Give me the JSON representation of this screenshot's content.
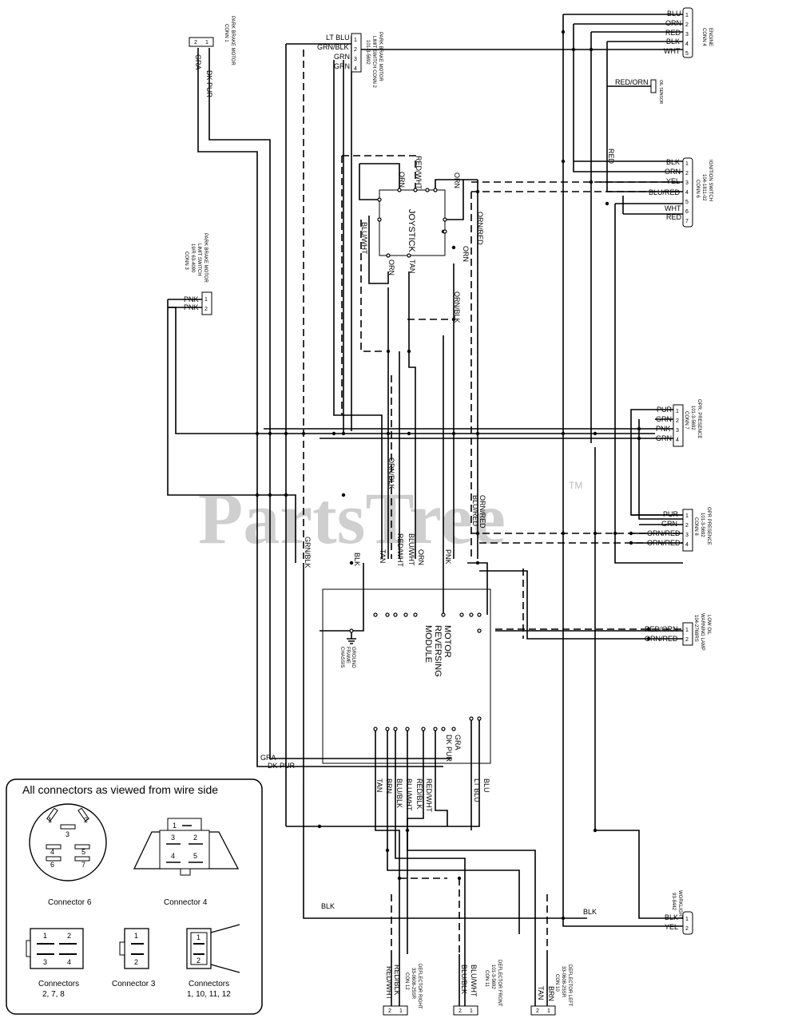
{
  "watermark": {
    "text": "PartsTree",
    "tm": "TM"
  },
  "connectors": {
    "pbm1": {
      "title": "PARK BRAKE MOTOR",
      "sub": "CONN 1",
      "pins": [
        "2",
        "1"
      ],
      "wires": [
        "DK PUR",
        "GRA"
      ]
    },
    "pbm2": {
      "title": "PARK BRAKE MOTOR",
      "sub1": "LIMIT SWITCH CONN 2",
      "sub2": "101-3-5692",
      "pins": [
        "1",
        "2",
        "3",
        "4"
      ],
      "wires": [
        "LT BLU",
        "GRN/BLK",
        "GRN",
        "GRN"
      ]
    },
    "pbm3": {
      "title": "PARK BRAKE MOTOR",
      "sub1": "LIMIT SWITCH",
      "sub2": "19/R 63-4090",
      "sub3": "CONN 3",
      "pins": [
        "1",
        "2"
      ],
      "wires": [
        "PNK",
        "PNK"
      ]
    },
    "engine": {
      "title": "ENGINE",
      "sub": "CONN 4",
      "pins": [
        "1",
        "2",
        "3",
        "4",
        "5"
      ],
      "wires": [
        "BLU",
        "ORN",
        "RED",
        "BLK",
        "WHT"
      ]
    },
    "oil": {
      "sub": "OIL SENSOR",
      "wire": "RED/ORN"
    },
    "ignition": {
      "title": "IGNITION SWITCH",
      "sub1": "104-1811-02",
      "sub2": "CONN 6",
      "pins": [
        "1",
        "2",
        "3",
        "4",
        "5",
        "6",
        "7"
      ],
      "wires": [
        "BLK",
        "ORN",
        "YEL",
        "BLU/RED",
        "WHT",
        "RED"
      ],
      "side_wire": "RED"
    },
    "opr1": {
      "title": "OPR. PRESENCE",
      "sub1": "101-3-5692",
      "sub2": "CONN 7",
      "pins": [
        "1",
        "2",
        "3",
        "4"
      ],
      "wires": [
        "PUR",
        "GRN",
        "PNK",
        "GRN"
      ]
    },
    "opr2": {
      "title": "OPR PRESENCE",
      "sub1": "101-3-5692",
      "sub2": "CONN 8",
      "pins": [
        "1",
        "2",
        "3",
        "4"
      ],
      "wires": [
        "PUR",
        "GRN",
        "ORN/RED",
        "ORN/RED"
      ]
    },
    "lowoil": {
      "title": "LOW OIL",
      "sub1": "WARNING LAMP",
      "sub2": "104-2768RS",
      "pins": [
        "1",
        "2"
      ],
      "wires": [
        "RED/ORN",
        "ORN/RED"
      ]
    },
    "worklight": {
      "title": "WORKLIGHT",
      "sub": "93-8442",
      "pins": [
        "1",
        "2"
      ],
      "wires": [
        "BLK",
        "YEL"
      ]
    },
    "defl_right": {
      "title": "DEFLECTOR RIGHT",
      "sub1": "33-0608-25SR",
      "sub2": "CON 12",
      "pins": [
        "1",
        "2"
      ],
      "wires": [
        "RED/BLK",
        "RED/WHT"
      ]
    },
    "defl_front": {
      "title": "DEFLECTOR FRONT",
      "sub1": "101-3-5692",
      "sub2": "CON 11",
      "pins": [
        "1",
        "2"
      ],
      "wires": [
        "BLU/WHT",
        "BLU/BLK"
      ]
    },
    "defl_left": {
      "title": "DEFLECTOR LEFT",
      "sub1": "33-0608-25SR",
      "sub2": "CON 10",
      "pins": [
        "1",
        "2"
      ],
      "wires": [
        "TAN",
        "BRN"
      ]
    }
  },
  "joystick": {
    "title": "JOYSTICK",
    "wires": [
      "RED/WHT",
      "ORN",
      "ORN",
      "BLU/WHT",
      "ORN",
      "TAN",
      "ORN/RED",
      "ORN",
      "ORN/BLK"
    ]
  },
  "module": {
    "title_line1": "MOTOR",
    "title_line2": "REVERSING",
    "title_line3": "MODULE",
    "ground_line1": "GROUND",
    "ground_line2": "FRAME",
    "ground_line3": "CHASSIS",
    "top_wires": [
      "GRN/BLK",
      "BLK",
      "TAN",
      "RED/WHT",
      "BLU/WHT",
      "ORN",
      "PNK",
      "ORN/RED",
      "BLU/RED"
    ],
    "bottom_wires": [
      "TAN",
      "BRN",
      "BLU/BLK",
      "BLU/WHT",
      "RED/BLK",
      "RED/WHT",
      "BLU",
      "LT BLU"
    ],
    "right_top_wires": [
      "GRA",
      "DK PUR"
    ],
    "left_wires": [
      "DK PUR",
      "GRA"
    ],
    "mid_label": "ORN/BLK",
    "harness_label": "BLK"
  },
  "legend": {
    "title": "All connectors as viewed from wire side",
    "conn6": {
      "caption": "Connector 6",
      "pins": [
        "1",
        "2",
        "3",
        "4",
        "5",
        "6",
        "7"
      ]
    },
    "conn4": {
      "caption": "Connector 4",
      "pins": [
        "1",
        "2",
        "3",
        "4",
        "5"
      ]
    },
    "conn278": {
      "caption_line1": "Connectors",
      "caption_line2": "2, 7, 8",
      "pins": [
        "1",
        "2",
        "3",
        "4"
      ]
    },
    "conn3": {
      "caption": "Connector 3",
      "pins": [
        "1",
        "2"
      ]
    },
    "conn1": {
      "caption_line1": "Connectors",
      "caption_line2": "1, 10, 11, 12",
      "pins": [
        "1",
        "2"
      ]
    }
  }
}
